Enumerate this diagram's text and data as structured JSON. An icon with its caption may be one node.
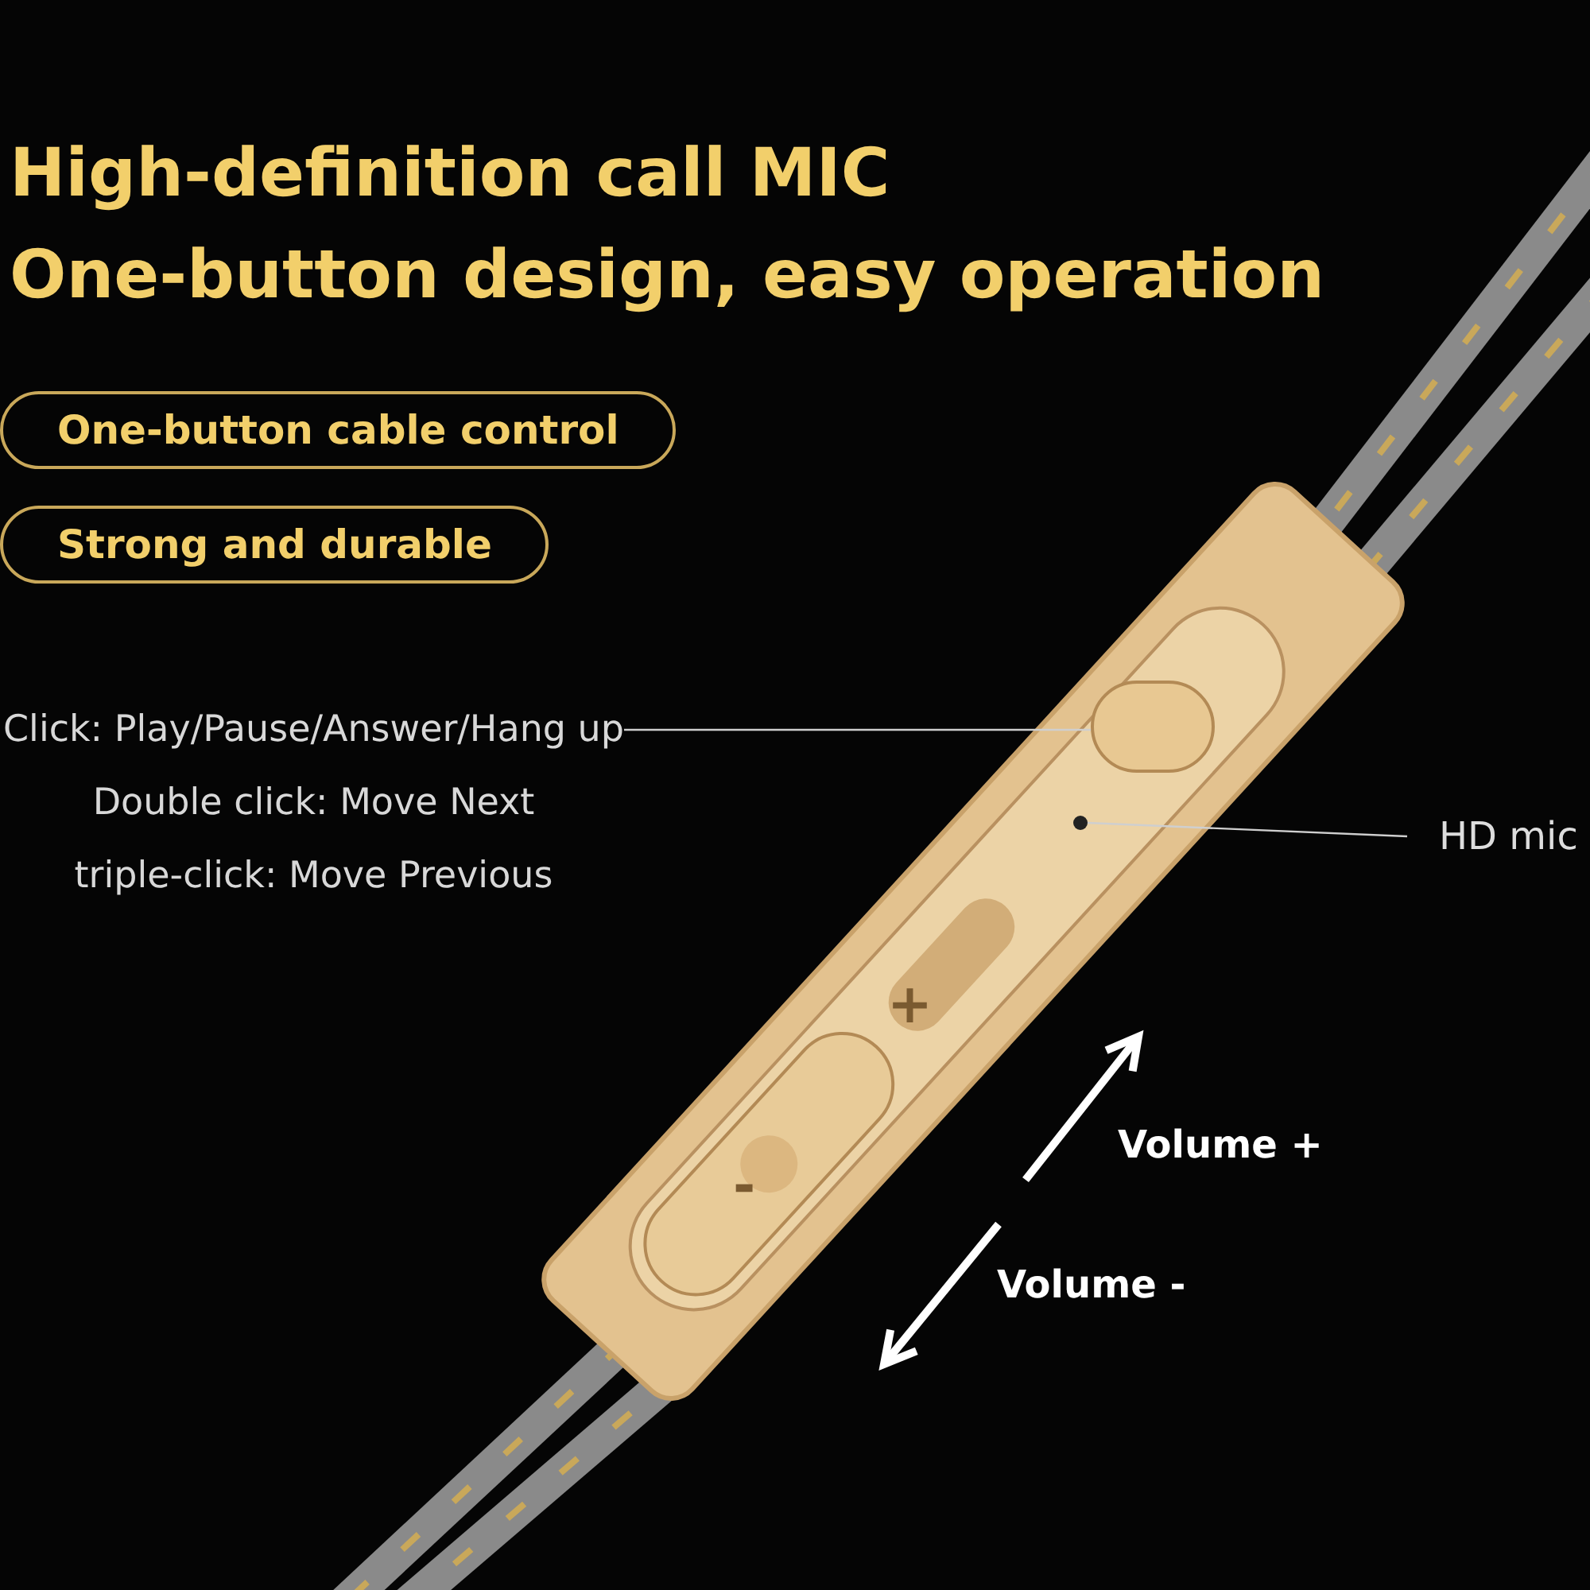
{
  "diagram": {
    "title": "High-definition call  MIC",
    "nodes": [
      {
        "text": [
          "One-button cable control"
        ]
      },
      {
        "text": [
          "Strong and durable"
        ]
      },
      {
        "text": [
          "Click: Play/Pause/Answer/Hang up",
          "Double click: Move Next",
          "triple-click: Move Previous"
        ]
      },
      {
        "text": [],
        "shape": "circle"
      },
      {
        "text": [
          "HD mic"
        ]
      },
      {
        "text": [],
        "shape": "circle"
      }
    ],
    "edges": [
      {
        "from": 2,
        "to": 3,
        "arrow": "none"
      },
      {
        "from": 4,
        "to": 5,
        "arrow": "none"
      }
    ],
    "labels": [
      "One-button design, easy operation",
      "+",
      "-",
      "Volume +",
      "Volume -"
    ]
  }
}
